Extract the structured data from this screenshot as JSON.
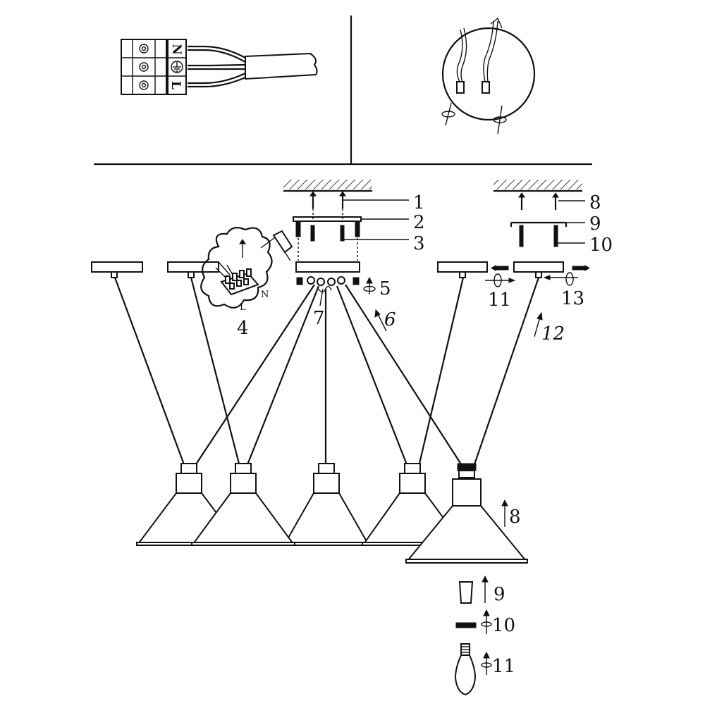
{
  "wiring_terminal": {
    "neutral_label": "N",
    "live_label": "L"
  },
  "callouts": {
    "c1": "1",
    "c2": "2",
    "c3": "3",
    "c4": "4",
    "c5": "5",
    "c6": "6",
    "c7": "7",
    "c8": "8",
    "c9": "9",
    "c10": "10",
    "c11": "11",
    "c12": "12",
    "c13": "13",
    "c8b": "8",
    "c9b": "9",
    "c10b": "10",
    "c11b": "11"
  },
  "inset_terminal": {
    "neutral_label": "N",
    "live_label": "L"
  },
  "colors": {
    "line": "#111111",
    "background": "#ffffff"
  }
}
